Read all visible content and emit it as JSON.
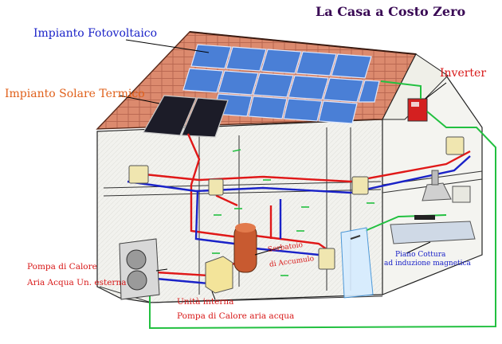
{
  "title": "La Casa a Costo Zero",
  "labels": {
    "fotovoltaico": "Impianto Fotovoltaico",
    "solare_termico": "Impianto Solare Termico",
    "inverter": "Inverter",
    "pompa_line1": "Pompa di Calore",
    "pompa_line2": "Aria Acqua Un. esterna",
    "unita_line1": "Unità interna",
    "unita_line2": "Pompa di Calore aria acqua",
    "serbatoio_line1": "Serbatoio",
    "serbatoio_line2": "di Accumulo",
    "piano_line1": "Piano Cottura",
    "piano_line2": "ad induzione  magnetica"
  },
  "colors": {
    "title": "#3a0a55",
    "fotovoltaico": "#1a22c8",
    "solare_termico": "#e0601a",
    "red_label": "#d81818",
    "hot_pipe": "#e01818",
    "cold_pipe": "#1a22c8",
    "electric_line": "#22c040",
    "roof_tile": "#d98468",
    "pv_panel": "#4a7fd6",
    "thermal_panel": "#1c1c28",
    "tank": "#c85a30"
  },
  "icons": [
    "pv-panel-icon",
    "thermal-panel-icon",
    "inverter-icon",
    "radiator-icon",
    "heat-pump-icon",
    "storage-tank-icon",
    "shower-icon",
    "cooktop-icon",
    "range-hood-icon"
  ]
}
